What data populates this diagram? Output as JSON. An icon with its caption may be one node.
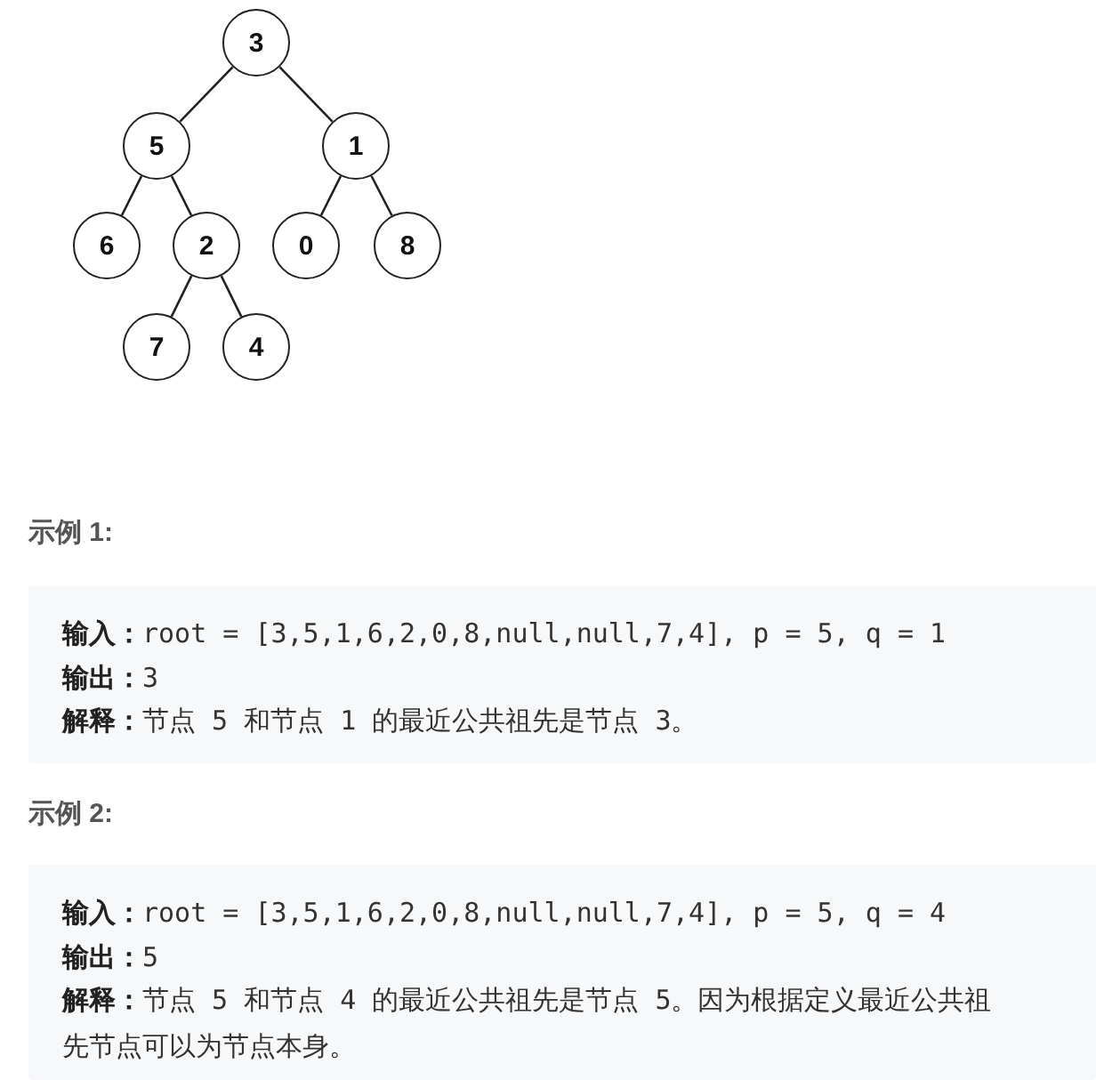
{
  "diagram": {
    "nodes": [
      {
        "text": [
          "3"
        ]
      },
      {
        "text": [
          "5"
        ]
      },
      {
        "text": [
          "1"
        ]
      },
      {
        "text": [
          "6"
        ]
      },
      {
        "text": [
          "2"
        ]
      },
      {
        "text": [
          "0"
        ]
      },
      {
        "text": [
          "8"
        ]
      },
      {
        "text": [
          "7"
        ]
      },
      {
        "text": [
          "4"
        ]
      }
    ],
    "edges": [
      {
        "from": 0,
        "to": 1,
        "arrow": "none"
      },
      {
        "from": 0,
        "to": 2,
        "arrow": "none"
      },
      {
        "from": 1,
        "to": 3,
        "arrow": "none"
      },
      {
        "from": 1,
        "to": 4,
        "arrow": "none"
      },
      {
        "from": 2,
        "to": 5,
        "arrow": "none"
      },
      {
        "from": 2,
        "to": 6,
        "arrow": "none"
      },
      {
        "from": 4,
        "to": 7,
        "arrow": "none"
      },
      {
        "from": 4,
        "to": 8,
        "arrow": "none"
      }
    ],
    "labels": [
      "示例 1:",
      "**输入：**root = [3,5,1,6,2,0,8,null,null,7,4], p = 5, q = 1",
      "**输出：**3",
      "**解释：**节点 5 和节点 1 的最近公共祖先是节点 3。",
      "示例 2:",
      "**输入：**root = [3,5,1,6,2,0,8,null,null,7,4], p = 5, q = 4",
      "**输出：**5",
      "**解释：**节点 5 和节点 4 的最近公共祖先是节点 5。因为根据定义最近公共祖先节点可以为节点本身。"
    ]
  }
}
